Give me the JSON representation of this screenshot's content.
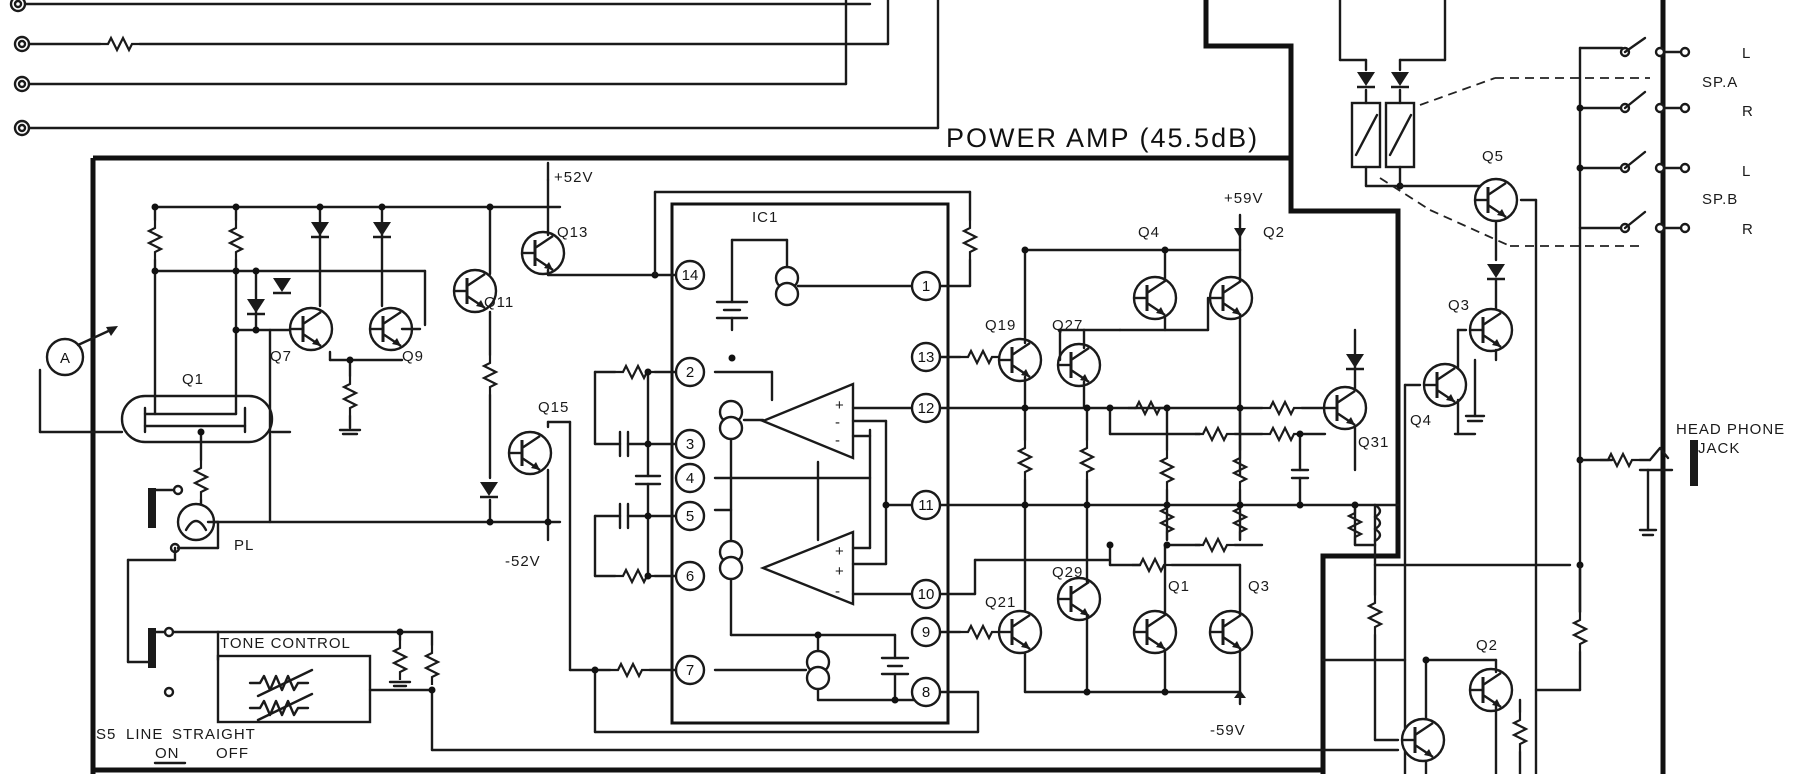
{
  "block_title": "POWER AMP (45.5dB)",
  "ic": {
    "label": "IC1",
    "pins": [
      "14",
      "1",
      "2",
      "13",
      "12",
      "3",
      "4",
      "5",
      "11",
      "6",
      "10",
      "9",
      "7",
      "8"
    ]
  },
  "rails": {
    "pos52": "+52V",
    "neg52": "-52V",
    "pos59": "+59V",
    "neg59": "-59V"
  },
  "transistors": [
    "Q1",
    "Q7",
    "Q9",
    "Q11",
    "Q13",
    "Q15",
    "Q19",
    "Q27",
    "Q4",
    "Q2",
    "Q21",
    "Q29",
    "Q1",
    "Q3",
    "Q31",
    "Q5",
    "Q3",
    "Q4",
    "Q2"
  ],
  "meter": "A",
  "pilot_lamp": "PL",
  "tone_control": "TONE CONTROL",
  "switch": {
    "name": "S5",
    "line": "LINE",
    "straight": "STRAIGHT",
    "on": "ON",
    "off": "OFF"
  },
  "speakers": {
    "a": "SP.A",
    "b": "SP.B",
    "left": "L",
    "right": "R"
  },
  "headphone": {
    "line1": "HEAD PHONE",
    "line2": "JACK"
  }
}
